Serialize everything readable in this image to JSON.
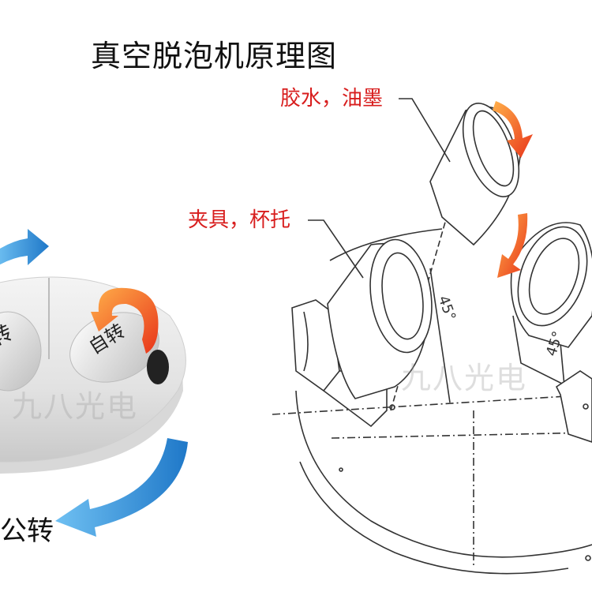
{
  "title": "真空脱泡机原理图",
  "callouts": {
    "glue": "胶水，油墨",
    "fixture": "夹具，杯托"
  },
  "labels": {
    "self_rotate_left": "转",
    "self_rotate_right": "自转",
    "revolve": "公转",
    "angle_1": "45°",
    "angle_2": "45°"
  },
  "watermark": "九八光电",
  "colors": {
    "callout": "#d81e1e",
    "blue_arrow": "#2f8fd8",
    "orange_arrow": "#f0501e"
  }
}
